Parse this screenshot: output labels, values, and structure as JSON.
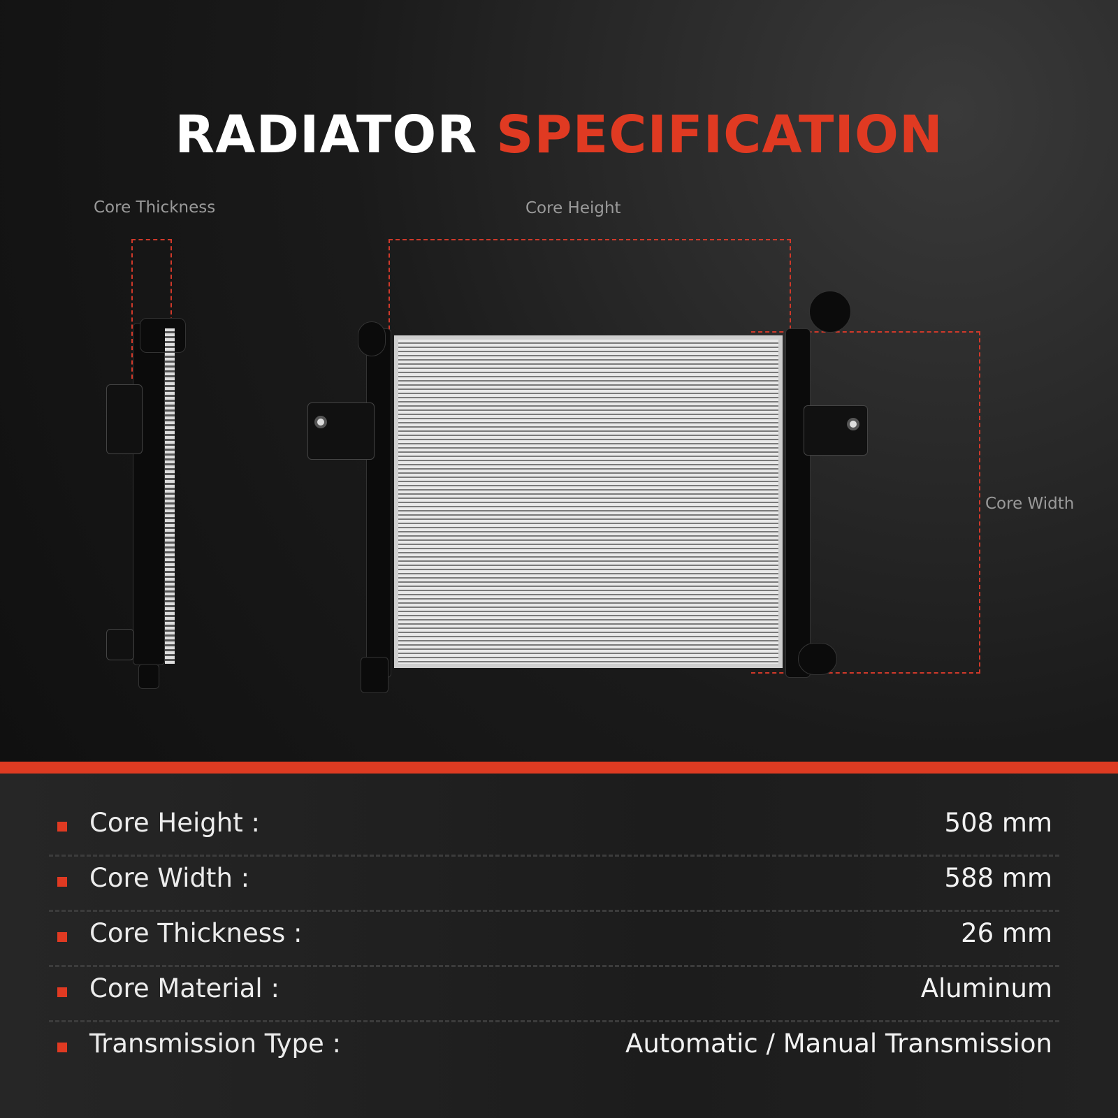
{
  "title": {
    "part1": "RADIATOR",
    "part2": "SPECIFICATION"
  },
  "diagram_labels": {
    "core_thickness": "Core Thickness",
    "core_height": "Core Height",
    "core_width": "Core Width"
  },
  "specs": [
    {
      "label": "Core Height :",
      "value": "508 mm"
    },
    {
      "label": "Core Width :",
      "value": "588 mm"
    },
    {
      "label": "Core Thickness :",
      "value": "26 mm"
    },
    {
      "label": "Core Material :",
      "value": "Aluminum"
    },
    {
      "label": "Transmission Type :",
      "value": "Automatic / Manual Transmission"
    }
  ],
  "colors": {
    "accent": "#e03a22",
    "background": "#111111"
  }
}
